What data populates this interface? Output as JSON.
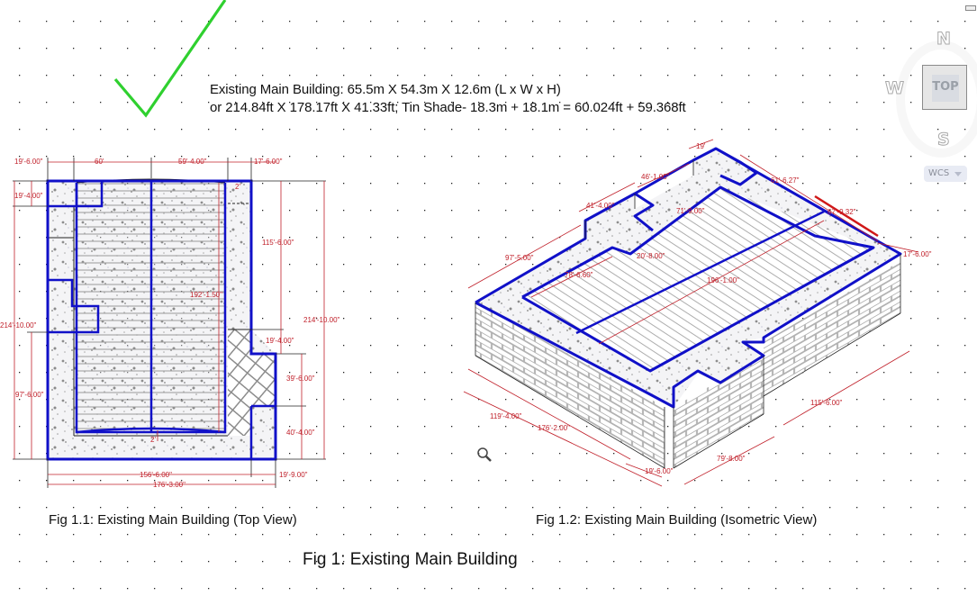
{
  "heading": {
    "line1": "Existing Main Building: 65.5m X 54.3m X 12.6m (L x W x H)",
    "line2": "or 214.84ft X 178.17ft X 41.33ft; Tin Shade- 18.3m + 18.1m = 60.024ft + 59.368ft"
  },
  "captions": {
    "top_view": "Fig 1.1: Existing Main Building (Top View)",
    "iso_view": "Fig 1.2: Existing Main Building (Isometric View)",
    "figure": "Fig 1: Existing Main Building"
  },
  "top_view_dims": {
    "top_left": "19'-6.00\"",
    "top_60": "60'",
    "top_59": "59'-4.00\"",
    "top_right": "17'-6.00\"",
    "left_19": "19'-4.00\"",
    "left_214": "214'-10.00\"",
    "left_97": "97'-6.00\"",
    "inner_192": "192'-1.50\"",
    "right_115": "115'-6.00\"",
    "right_214": "214'-10.00\"",
    "right_19": "19'-4.00\"",
    "right_39": "39'-6.00\"",
    "right_40": "40'-4.00\"",
    "bottom_156": "156'-6.00\"",
    "bottom_19": "19'-9.00\"",
    "bottom_176": "176'-3.00\"",
    "small_2_top": "2'",
    "small_2_bottom": "2'"
  },
  "iso_view_dims": {
    "d19": "19'",
    "d46": "46'-1.00\"",
    "d41": "41'-4.00\"",
    "d61": "61'-6.27\"",
    "d71": "71'-9.00\"",
    "d67": "67'-9.32\"",
    "d17": "17'-6.00\"",
    "d97": "97'-5.00\"",
    "d20": "20'-8.00\"",
    "d78": "78'-6.60\"",
    "d196": "196'-1.00\"",
    "d119": "119'-4.00\"",
    "d176": "176'-2.00\"",
    "d115": "115'-6.00\"",
    "d19b": "19'-6.00\"",
    "d79": "79'-8.00\""
  },
  "viewcube": {
    "north": "N",
    "west": "W",
    "south": "S",
    "top_face": "TOP",
    "coord_system": "WCS"
  },
  "colors": {
    "outline_blue": "#1010c8",
    "dimension_red": "#c0202a",
    "check_green": "#2fd02f",
    "grid_dot": "#222222"
  }
}
